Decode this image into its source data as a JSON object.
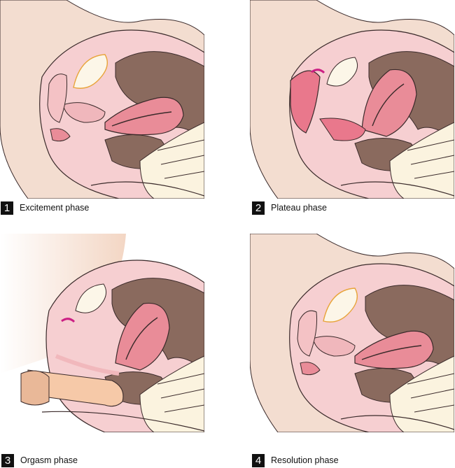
{
  "colors": {
    "skin": "#f3ddd0",
    "tissue": "#f6cfd1",
    "bowel": "#8a6a5e",
    "uterus": "#e98c98",
    "bone": "#fbf3df",
    "bladder": "#fcf6e8",
    "outline": "#3a2a2a",
    "plateau_pink": "#e9788c",
    "clitoris_magenta": "#cc1f84",
    "penis": "#f6c9a8",
    "number_box": "#111111"
  },
  "phases": [
    {
      "number": "1",
      "label": "Excitement phase"
    },
    {
      "number": "2",
      "label": "Plateau phase"
    },
    {
      "number": "3",
      "label": "Orgasm phase"
    },
    {
      "number": "4",
      "label": "Resolution phase"
    }
  ]
}
